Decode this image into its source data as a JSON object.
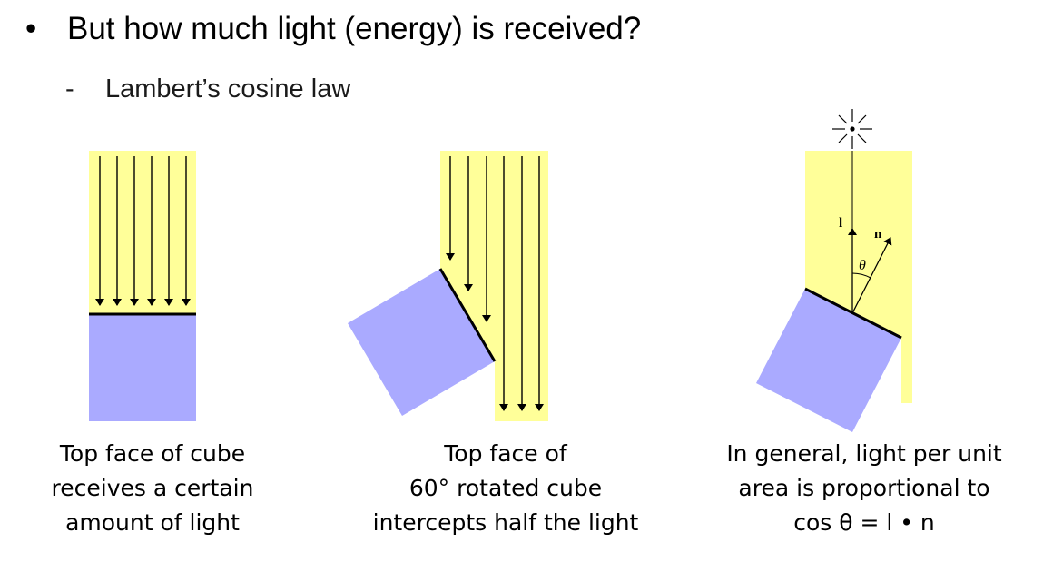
{
  "bullet": {
    "glyph": "•",
    "text": "But how much light (energy) is received?"
  },
  "sub_bullet": {
    "glyph": "-",
    "text": "Lambert’s cosine law"
  },
  "panels": [
    {
      "caption": [
        "Top face of cube",
        "receives a certain",
        "amount of light"
      ]
    },
    {
      "caption": [
        "Top face of",
        "60° rotated cube",
        "intercepts half the light"
      ]
    },
    {
      "caption": [
        "In general, light per unit",
        "area is proportional to",
        "cos θ = l • n"
      ],
      "labels": {
        "light_vector": "l",
        "normal_vector": "n",
        "angle": "θ"
      }
    }
  ],
  "colors": {
    "light": "#ffff99",
    "cube": "#aaaaff",
    "line": "#000000"
  }
}
